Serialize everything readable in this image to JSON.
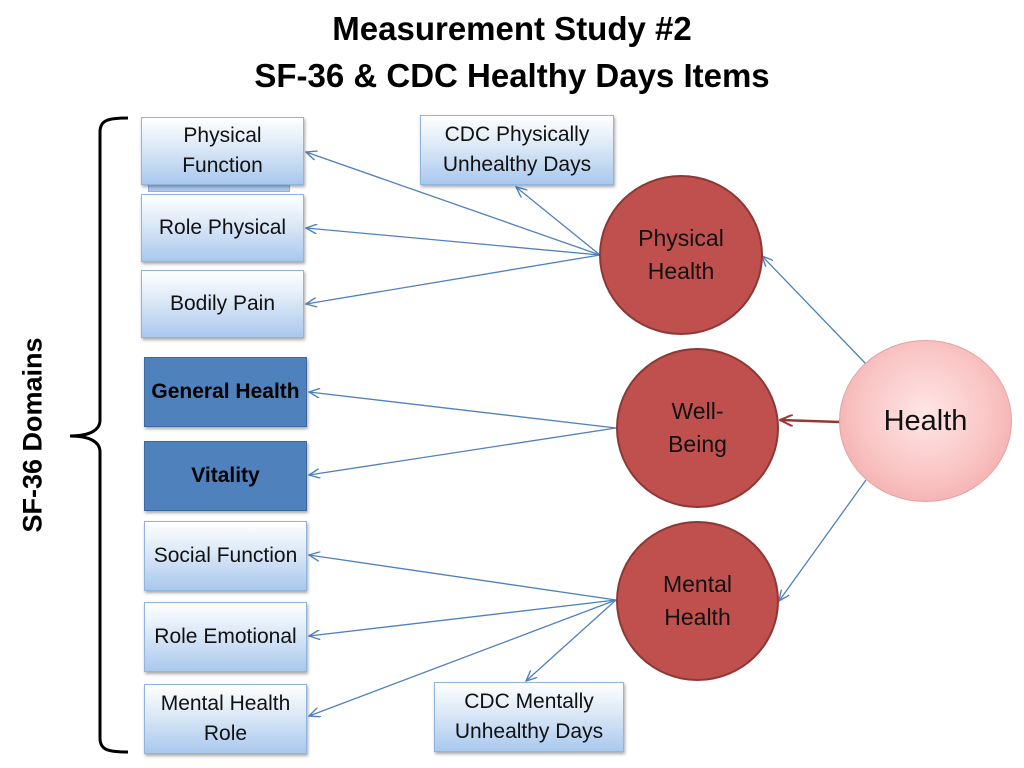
{
  "title": {
    "line1": "Measurement Study #2",
    "line2": "SF-36 & CDC Healthy Days Items"
  },
  "side_label": "SF-36 Domains",
  "domains": {
    "physical_function": "Physical Function",
    "role_physical": "Role Physical",
    "bodily_pain": "Bodily Pain",
    "general_health": "General Health",
    "vitality": "Vitality",
    "social_function": "Social Function",
    "role_emotional": "Role Emotional",
    "mental_health_role": "Mental Health Role"
  },
  "cdc": {
    "physical": "CDC Physically Unhealthy Days",
    "mental": "CDC Mentally Unhealthy Days"
  },
  "factors": {
    "physical_health": "Physical Health",
    "well_being": "Well-Being",
    "mental_health": "Mental Health",
    "health": "Health"
  },
  "colors": {
    "factor_fill": "#c0504d",
    "health_fill": "#f9c3c3",
    "dark_box": "#4f81bd",
    "arrow_blue": "#4f81bd",
    "arrow_red": "#953735"
  }
}
